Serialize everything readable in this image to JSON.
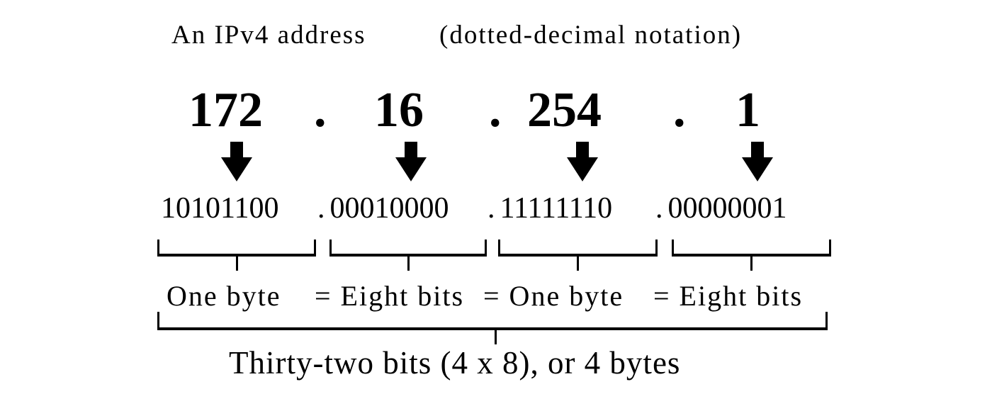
{
  "figure": {
    "title": "An IPv4 address",
    "subtitle": "(dotted-decimal notation)",
    "separator": ".",
    "octets": [
      {
        "decimal": "172",
        "binary": "10101100"
      },
      {
        "decimal": "16",
        "binary": "00010000"
      },
      {
        "decimal": "254",
        "binary": "11111110"
      },
      {
        "decimal": "1",
        "binary": "00000001"
      }
    ],
    "byte_labels": [
      "One byte",
      "= Eight bits",
      "= One byte",
      "= Eight bits"
    ],
    "caption": "Thirty-two bits (4 x 8), or 4 bytes",
    "colors": {
      "foreground": "#000000",
      "background": "#ffffff"
    }
  }
}
